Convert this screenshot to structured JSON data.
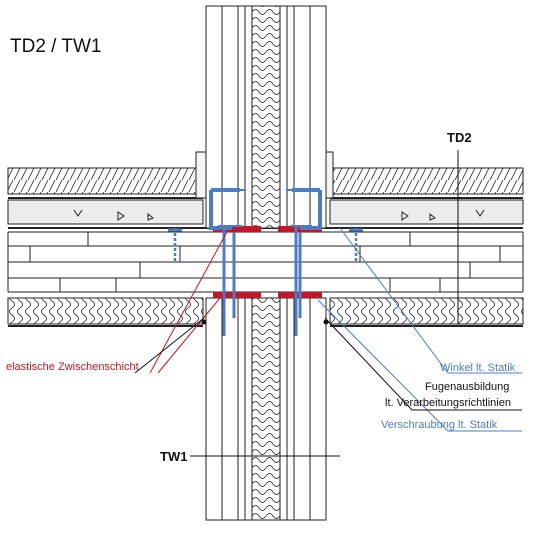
{
  "title": "TD2 / TW1",
  "labels": {
    "td2": "TD2",
    "tw1": "TW1",
    "elastic": "elastische Zwischenschicht",
    "winkel": "Winkel lt. Statik",
    "fugen_1": "Fugenausbildung",
    "fugen_2": "lt. Verarbeitungsrichtlinien",
    "verschraubung": "Verschraubung lt. Statik"
  },
  "colors": {
    "red": "#c0182a",
    "blue": "#4d7cc0",
    "line": "#111111"
  }
}
